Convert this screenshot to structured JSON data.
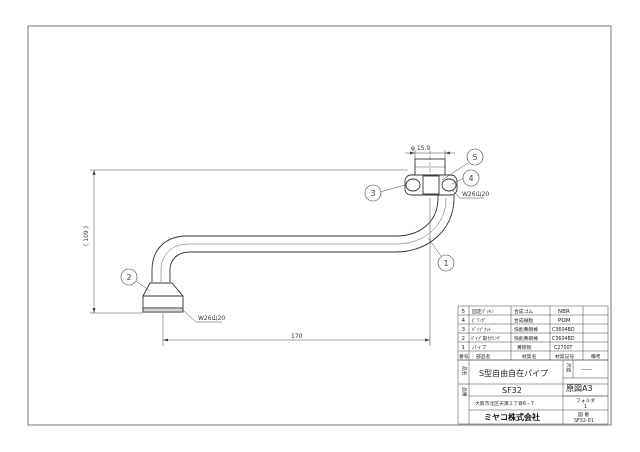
{
  "dimensions": {
    "tip_diameter": "φ 15.9",
    "height": "( 109 )",
    "length": "170",
    "top_thread": "W26山20",
    "bottom_thread": "W26山20"
  },
  "balloons": [
    "1",
    "2",
    "3",
    "4",
    "5"
  ],
  "parts_list": [
    {
      "no": "5",
      "name": "固定ﾊﾟｯｷﾝ",
      "material": "合成ゴム",
      "code": "NBR",
      "note": ""
    },
    {
      "no": "4",
      "name": "ﾋﾞﾗﾝｸﾞ",
      "material": "合成樹脂",
      "code": "POM",
      "note": ""
    },
    {
      "no": "3",
      "name": "ﾊﾟｲﾌﾟﾅｯﾄ",
      "material": "快削黄銅棒",
      "code": "C3604BD",
      "note": ""
    },
    {
      "no": "2",
      "name": "ﾊﾟｲﾌﾟ取付ﾘﾝｸﾞ",
      "material": "快削黄銅棒",
      "code": "C3604BD",
      "note": ""
    },
    {
      "no": "1",
      "name": "パイプ",
      "material": "黄銅管",
      "code": "C2700T",
      "note": ""
    }
  ],
  "parts_header": {
    "no": "番号",
    "name": "部品名",
    "material": "材質名",
    "code": "材質記号",
    "note": "備考"
  },
  "title_block": {
    "name_label": "品名",
    "product_name": "S型自由自在パイプ",
    "scale_label": "尺度",
    "scale_value": "——",
    "drawing_no_label": "品番",
    "part_number": "SF32",
    "sheet_size": "原図A3",
    "address": "大阪市北区天満１丁目6－7",
    "folder_label": "フォルダ",
    "folder_value": "1",
    "company": "ミヤコ株式会社",
    "drawing_label": "図 番",
    "drawing_number": "SF32-01"
  }
}
